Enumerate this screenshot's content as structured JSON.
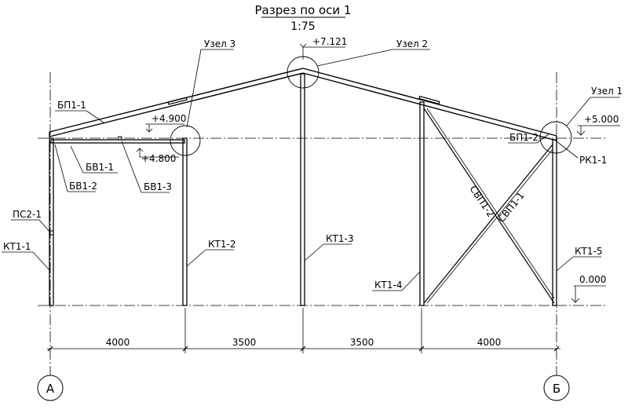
{
  "title": "Разрез по оси 1",
  "scale": "1:75",
  "nodes": [
    "Узел 3",
    "Узел 2",
    "Узел 1"
  ],
  "elevations": [
    "+7.121",
    "+4.900",
    "+4.800",
    "+5.000",
    "0.000"
  ],
  "labels": {
    "bp1_1": "БП1-1",
    "bp1_2": "БП1-2",
    "bv1_1": "БВ1-1",
    "bv1_2": "БВ1-2",
    "bv1_3": "БВ1-3",
    "ps2_1": "ПС2-1",
    "rk1_1": "РК1-1",
    "kt1_1": "КТ1-1",
    "kt1_2": "КТ1-2",
    "kt1_3": "КТ1-3",
    "kt1_4": "КТ1-4",
    "kt1_5": "КТ1-5",
    "svp1_1": "СВП1-1",
    "svp1_2": "СВП1-2"
  },
  "dimensions": [
    "4000",
    "3500",
    "3500",
    "4000"
  ],
  "axes": [
    "А",
    "Б"
  ]
}
